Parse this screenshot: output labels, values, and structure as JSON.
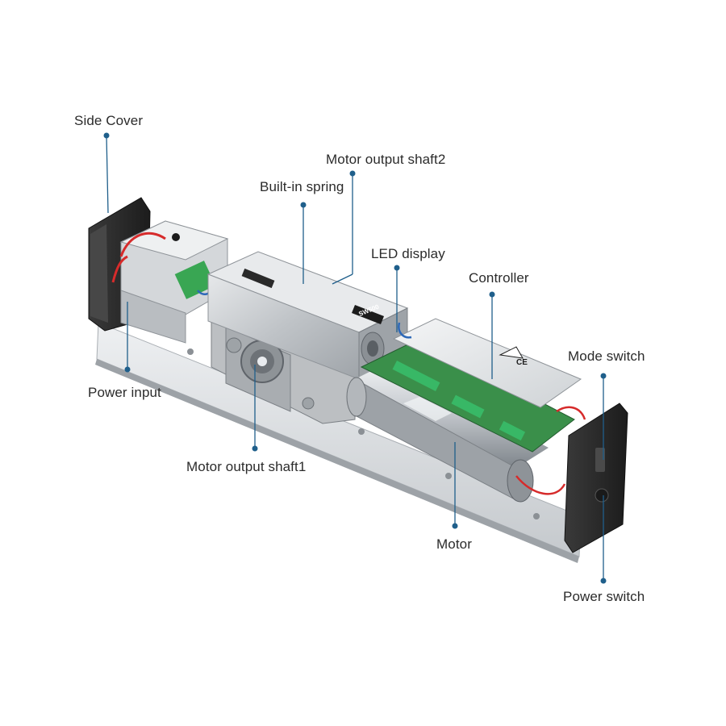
{
  "callouts": {
    "side_cover": "Side Cover",
    "motor_output_shaft2": "Motor output shaft2",
    "built_in_spring": "Built-in spring",
    "led_display": "LED display",
    "controller": "Controller",
    "mode_switch": "Mode switch",
    "power_input": "Power input",
    "motor_output_shaft1": "Motor output shaft1",
    "motor": "Motor",
    "power_switch": "Power switch"
  },
  "product_mark": "SW500",
  "colors": {
    "leader": "#1f5f8b",
    "label_text": "#2b2b2b",
    "rail": "#d6d9dc",
    "housing": "#c9ccd0",
    "end_cap": "#2a2a2a",
    "pcb": "#3a8f4a",
    "terminal": "#38b866",
    "motor_can": "#c9cdd2",
    "wire_red": "#d62b2b"
  },
  "icons": [
    "warning-triangle-icon",
    "ce-mark-icon"
  ]
}
